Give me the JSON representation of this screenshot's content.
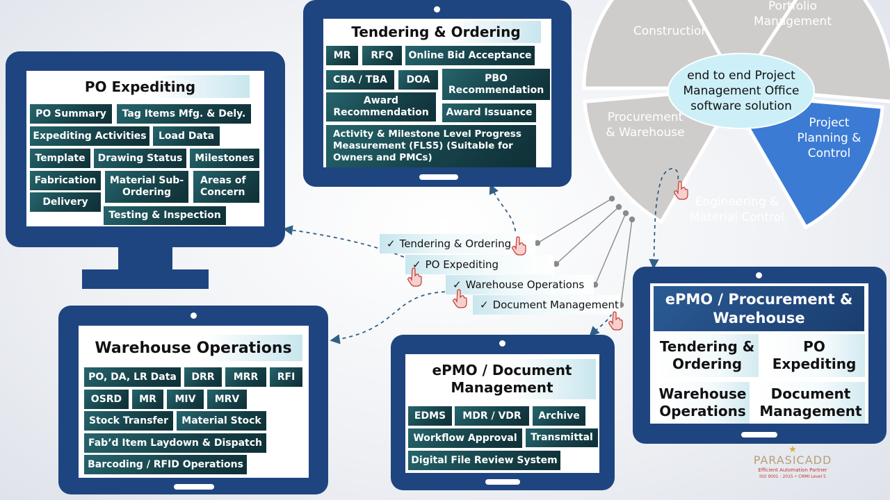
{
  "pie": {
    "center_text": "end to end Project Management Office software solution",
    "segments": [
      {
        "label": "Construction",
        "color": "#cfcdcc"
      },
      {
        "label": "Portfolio Management",
        "color": "#cfcdcc"
      },
      {
        "label": "Project Planning & Control",
        "color": "#cfcdcc"
      },
      {
        "label": "Engineering & Material Control",
        "color": "#cfcdcc"
      },
      {
        "label": "Procurement & Warehouse",
        "color": "#3c7bd4"
      }
    ]
  },
  "po_expediting": {
    "title": "PO Expediting",
    "items": [
      "PO Summary",
      "Tag Items Mfg. & Dely.",
      "Expediting Activities",
      "Load Data",
      "Template",
      "Drawing Status",
      "Milestones",
      "Fabrication",
      "Material Sub-Ordering",
      "Areas of Concern",
      "Delivery",
      "Testing & Inspection"
    ]
  },
  "tendering": {
    "title": "Tendering & Ordering",
    "items": [
      "MR",
      "RFQ",
      "Online Bid Acceptance",
      "CBA / TBA",
      "DOA",
      "PBO Recommendation",
      "Award Recommendation",
      "Award Issuance",
      "Activity & Milestone Level Progress Measurement (FLS5) (Suitable for Owners and PMCs)"
    ]
  },
  "warehouse": {
    "title": "Warehouse Operations",
    "items": [
      "PO, DA, LR Data",
      "DRR",
      "MRR",
      "RFI",
      "OSRD",
      "MR",
      "MIV",
      "MRV",
      "Stock Transfer",
      "Material Stock",
      "Fab’d Item Laydown & Dispatch",
      "Barcoding / RFID Operations"
    ]
  },
  "document": {
    "title": "ePMO / Document Management",
    "items": [
      "EDMS",
      "MDR / VDR",
      "Archive",
      "Workflow Approval",
      "Transmittal",
      "Digital File Review System"
    ]
  },
  "epmo_pw": {
    "title": "ePMO / Procurement & Warehouse",
    "items": [
      "Tendering & Ordering",
      "PO Expediting",
      "Warehouse Operations",
      "Document Management"
    ]
  },
  "checklist": {
    "check": "✓",
    "items": [
      "Tendering & Ordering",
      "PO Expediting",
      "Warehouse Operations",
      "Document Management"
    ]
  },
  "logo": {
    "name": "PARASICADD",
    "tagline": "Efficient Automation Partner",
    "certs": "ISO 9001 : 2015 • CMMI Level 5"
  },
  "colors": {
    "device": "#1f4580",
    "tile": "#174249",
    "highlight": "#3c7bd4",
    "arrow": "#2f5f86"
  }
}
